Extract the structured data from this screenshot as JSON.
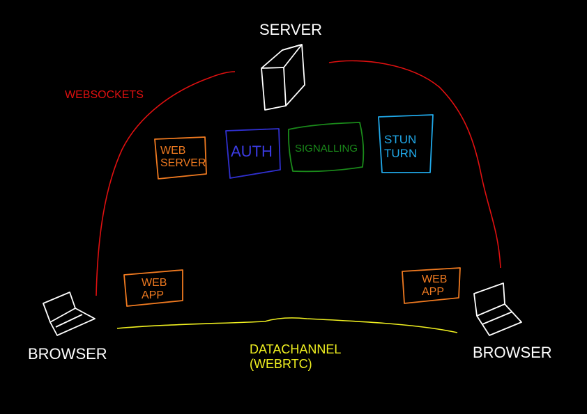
{
  "server": {
    "label": "SERVER"
  },
  "browser_left": {
    "label": "BROWSER"
  },
  "browser_right": {
    "label": "BROWSER"
  },
  "websockets": {
    "label": "WEBSOCKETS"
  },
  "datachannel": {
    "line1": "DATACHANNEL",
    "line2": "(WEBRTC)"
  },
  "services": {
    "web_server": {
      "line1": "WEB",
      "line2": "SERVER"
    },
    "auth": {
      "label": "AUTH"
    },
    "signalling": {
      "label": "SIGNALLING"
    },
    "stun_turn": {
      "line1": "STUN",
      "line2": "TURN"
    }
  },
  "web_app_left": {
    "line1": "WEB",
    "line2": "APP"
  },
  "web_app_right": {
    "line1": "WEB",
    "line2": "APP"
  },
  "colors": {
    "websockets": "#e01010",
    "web_server": "#f07a20",
    "auth": "#3030d0",
    "signalling": "#1a8a1a",
    "stun_turn": "#20a8e8",
    "web_app": "#f07a20",
    "datachannel": "#f0f020",
    "foreground": "#ffffff"
  }
}
